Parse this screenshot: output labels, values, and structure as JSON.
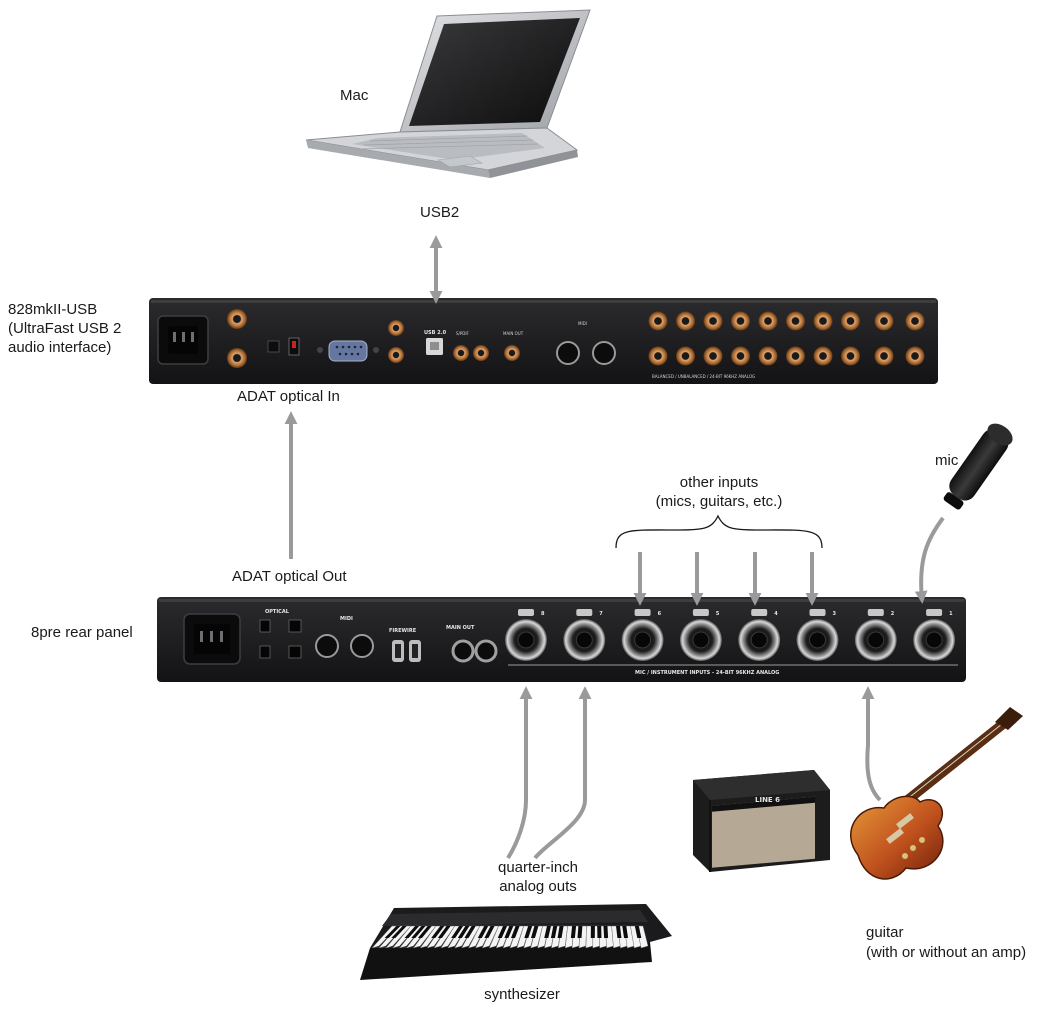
{
  "labels": {
    "mac": "Mac",
    "usb2": "USB2",
    "interface_line1": "828mkII-USB",
    "interface_line2": "(UltraFast USB 2",
    "interface_line3": "audio interface)",
    "adat_in": "ADAT optical In",
    "adat_out": "ADAT optical Out",
    "rear_panel": "8pre rear panel",
    "other_inputs_line1": "other inputs",
    "other_inputs_line2": "(mics, guitars, etc.)",
    "mic": "mic",
    "quarter_inch_line1": "quarter-inch",
    "quarter_inch_line2": "analog outs",
    "synthesizer": "synthesizer",
    "guitar_line1": "guitar",
    "guitar_line2": "(with or without an amp)"
  },
  "panel_text": {
    "interface_usb": "USB 2.0",
    "interface_analog": "BALANCED / UNBALANCED / 24-BIT 96KHZ ANALOG",
    "interface_spdif": "S/PDIF",
    "interface_main_out": "MAIN OUT",
    "interface_midi": "MIDI",
    "rear_optical": "OPTICAL",
    "rear_midi": "MIDI",
    "rear_firewire": "FIREWIRE",
    "rear_main_out": "MAIN OUT",
    "rear_inputs": "MIC / INSTRUMENT INPUTS - 24-BIT 96KHZ ANALOG",
    "amp_brand": "LINE 6"
  },
  "rear_input_numbers": [
    "8",
    "7",
    "6",
    "5",
    "4",
    "3",
    "2",
    "1"
  ],
  "colors": {
    "arrow": "#9a9a9a",
    "panel": "#1c1c1e",
    "jack_gold": "#b5763f",
    "laptop_silver": "#c9cbcf",
    "guitar_body": "#b8461c",
    "amp_grille": "#b5a996"
  }
}
